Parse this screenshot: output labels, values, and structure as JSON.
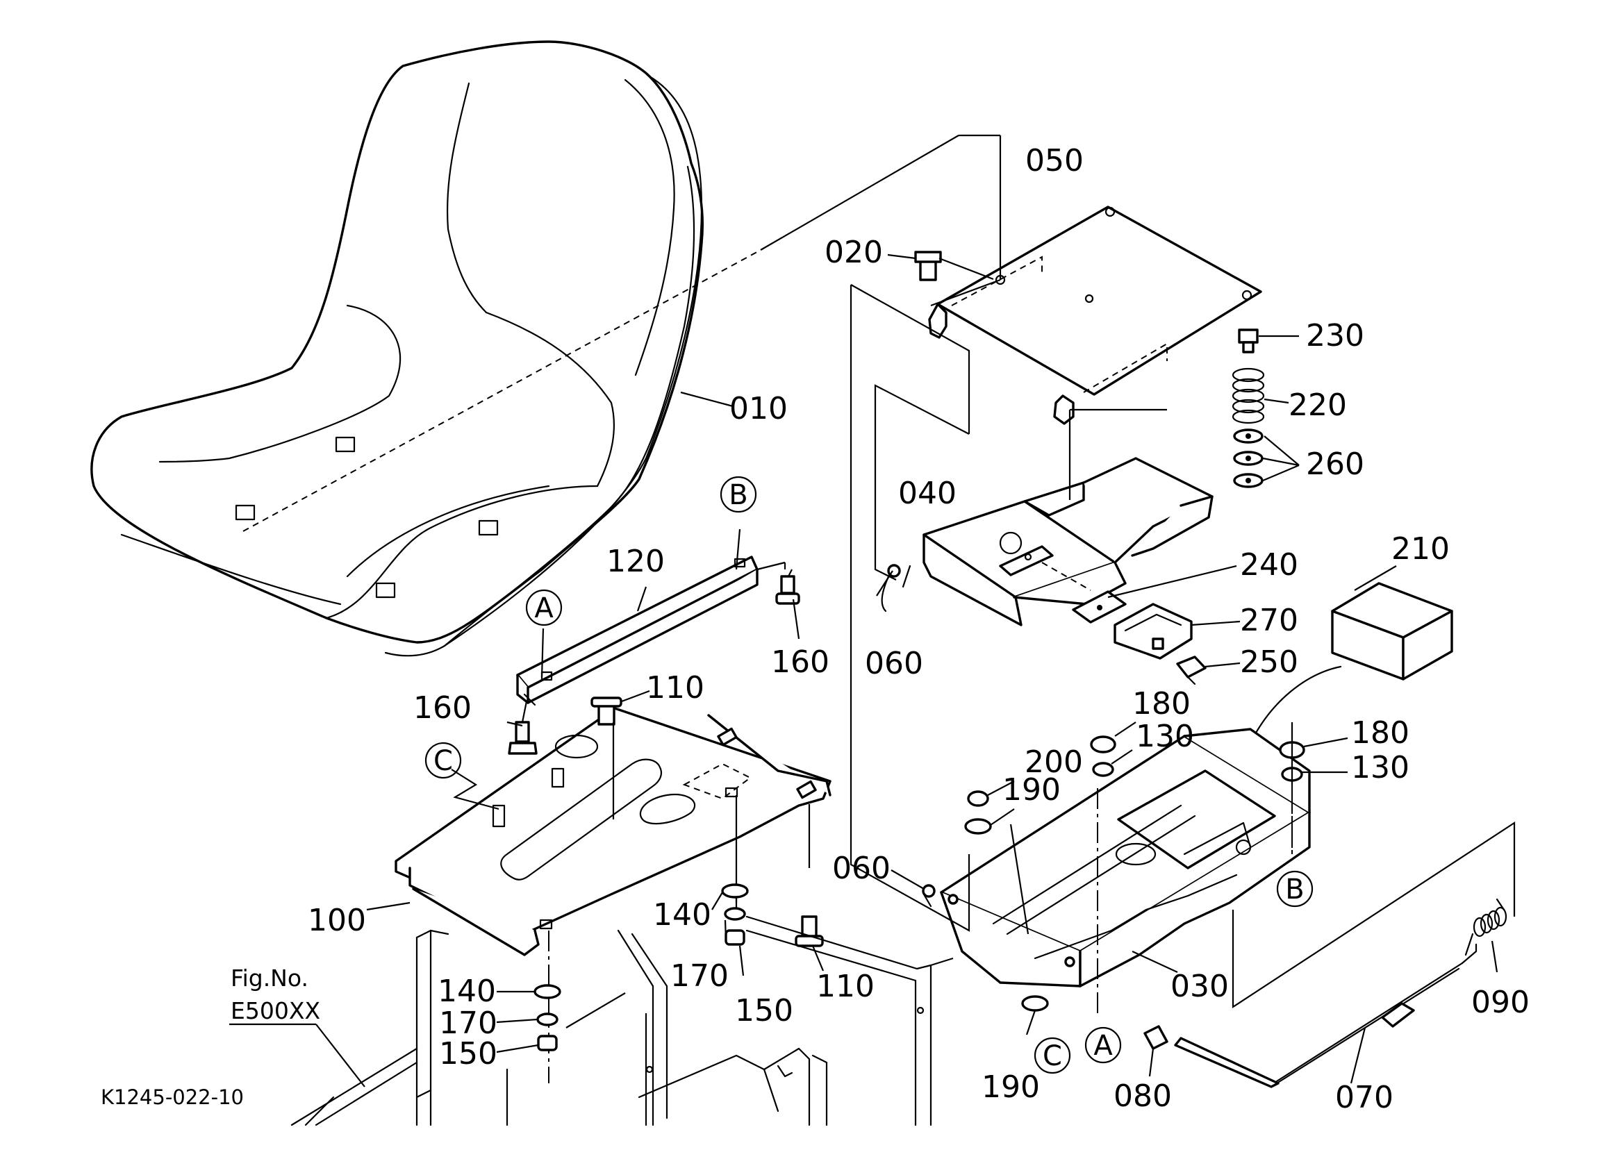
{
  "figure_code": "K1245-022-10",
  "fig_reference": {
    "label": "Fig.No.",
    "number": "E500XX"
  },
  "callouts": [
    {
      "id": "c-010",
      "text": "010"
    },
    {
      "id": "c-020",
      "text": "020"
    },
    {
      "id": "c-030",
      "text": "030"
    },
    {
      "id": "c-040",
      "text": "040"
    },
    {
      "id": "c-050",
      "text": "050"
    },
    {
      "id": "c-060a",
      "text": "060"
    },
    {
      "id": "c-060b",
      "text": "060"
    },
    {
      "id": "c-070",
      "text": "070"
    },
    {
      "id": "c-080",
      "text": "080"
    },
    {
      "id": "c-090",
      "text": "090"
    },
    {
      "id": "c-100",
      "text": "100"
    },
    {
      "id": "c-110a",
      "text": "110"
    },
    {
      "id": "c-110b",
      "text": "110"
    },
    {
      "id": "c-120",
      "text": "120"
    },
    {
      "id": "c-130a",
      "text": "130"
    },
    {
      "id": "c-130b",
      "text": "130"
    },
    {
      "id": "c-140a",
      "text": "140"
    },
    {
      "id": "c-140b",
      "text": "140"
    },
    {
      "id": "c-150a",
      "text": "150"
    },
    {
      "id": "c-150b",
      "text": "150"
    },
    {
      "id": "c-160a",
      "text": "160"
    },
    {
      "id": "c-160b",
      "text": "160"
    },
    {
      "id": "c-170a",
      "text": "170"
    },
    {
      "id": "c-170b",
      "text": "170"
    },
    {
      "id": "c-180a",
      "text": "180"
    },
    {
      "id": "c-180b",
      "text": "180"
    },
    {
      "id": "c-190a",
      "text": "190"
    },
    {
      "id": "c-190b",
      "text": "190"
    },
    {
      "id": "c-200",
      "text": "200"
    },
    {
      "id": "c-210",
      "text": "210"
    },
    {
      "id": "c-220",
      "text": "220"
    },
    {
      "id": "c-230",
      "text": "230"
    },
    {
      "id": "c-240",
      "text": "240"
    },
    {
      "id": "c-250",
      "text": "250"
    },
    {
      "id": "c-260",
      "text": "260"
    },
    {
      "id": "c-270",
      "text": "270"
    }
  ],
  "reference_markers": [
    {
      "id": "m-a1",
      "letter": "A"
    },
    {
      "id": "m-a2",
      "letter": "A"
    },
    {
      "id": "m-b1",
      "letter": "B"
    },
    {
      "id": "m-b2",
      "letter": "B"
    },
    {
      "id": "m-c1",
      "letter": "C"
    },
    {
      "id": "m-c2",
      "letter": "C"
    }
  ]
}
